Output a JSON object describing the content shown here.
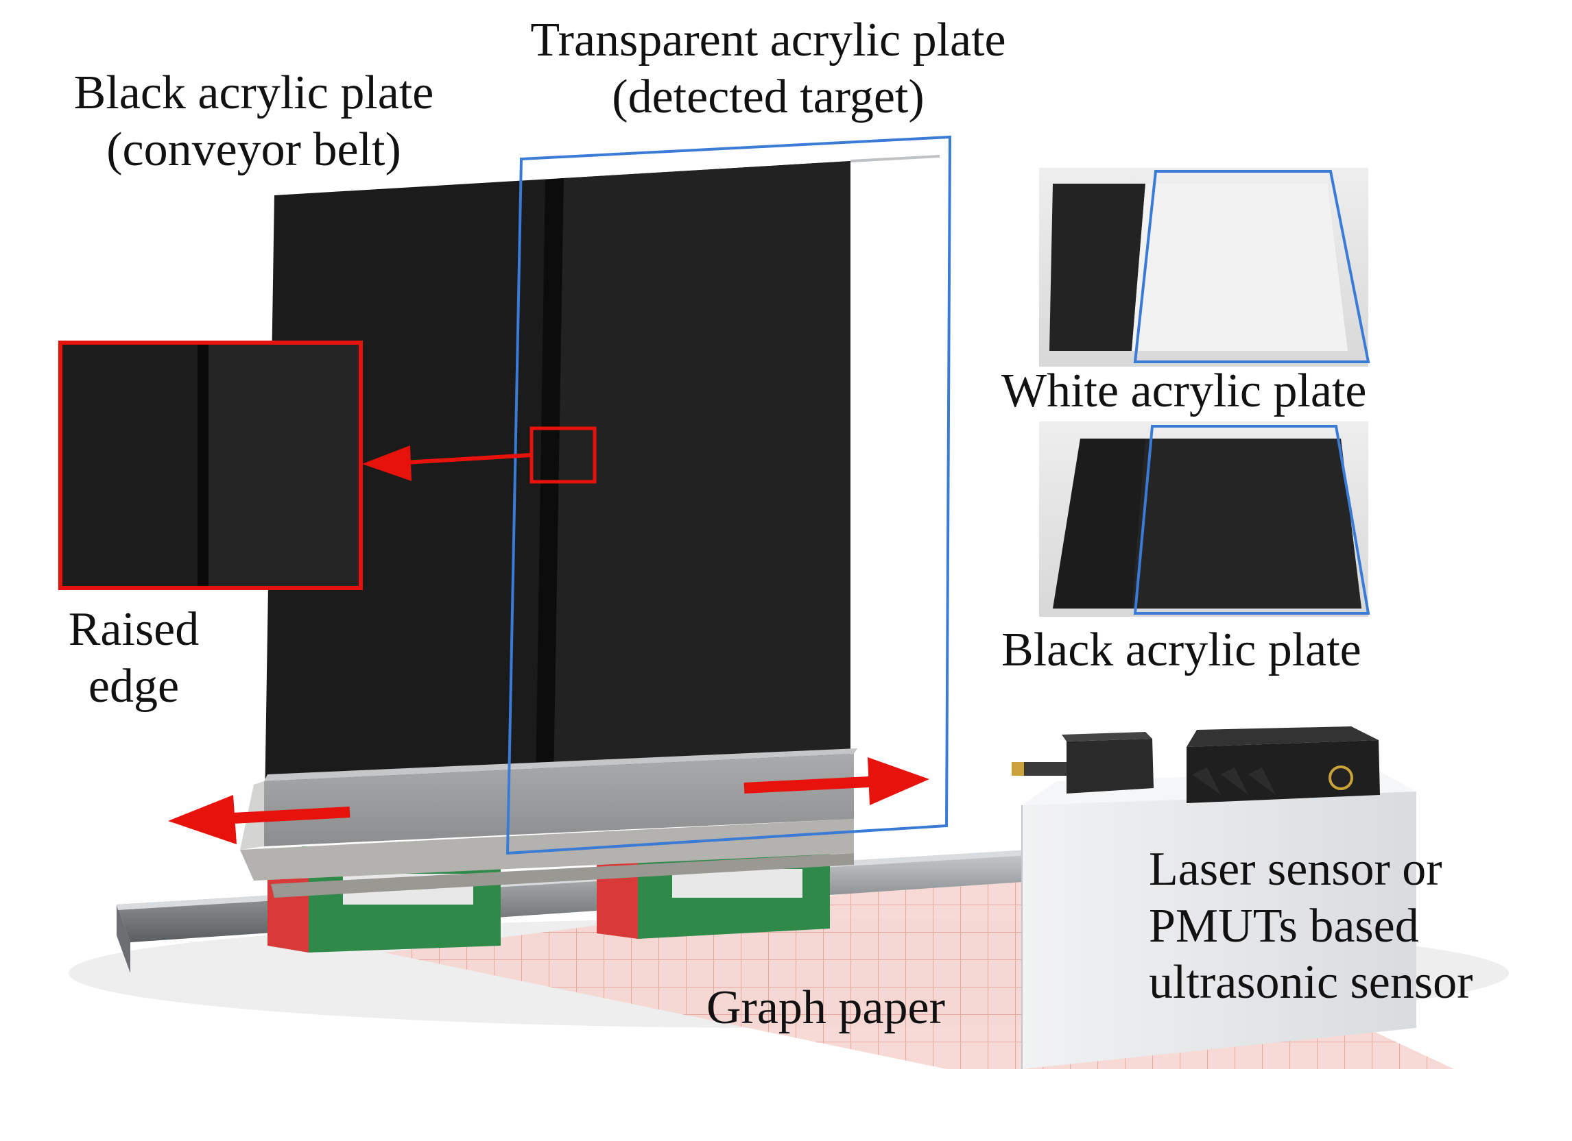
{
  "labels": {
    "transparent_line1": "Transparent acrylic plate",
    "transparent_line2": "(detected target)",
    "black_belt_line1": "Black acrylic plate",
    "black_belt_line2": "(conveyor belt)",
    "raised_line1": "Raised",
    "raised_line2": "edge",
    "white_plate": "White acrylic plate",
    "black_plate": "Black acrylic plate",
    "graph_paper": "Graph paper",
    "sensor_line1": "Laser sensor or",
    "sensor_line2": "PMUTs based",
    "sensor_line3": "ultrasonic sensor"
  },
  "colors": {
    "target_outline": "#3a7bd5",
    "callout_red": "#e8120c",
    "plate_black": "#1b1b1b",
    "carriage_red": "#d83a3a",
    "carriage_green": "#2f8a4a",
    "rail_gray": "#8f9396",
    "sensor_box": "#e9ebed",
    "graph_paper": "#f4c9c4"
  },
  "icons": [
    "left-arrow-icon",
    "right-arrow-icon",
    "zoom-arrow-icon"
  ]
}
